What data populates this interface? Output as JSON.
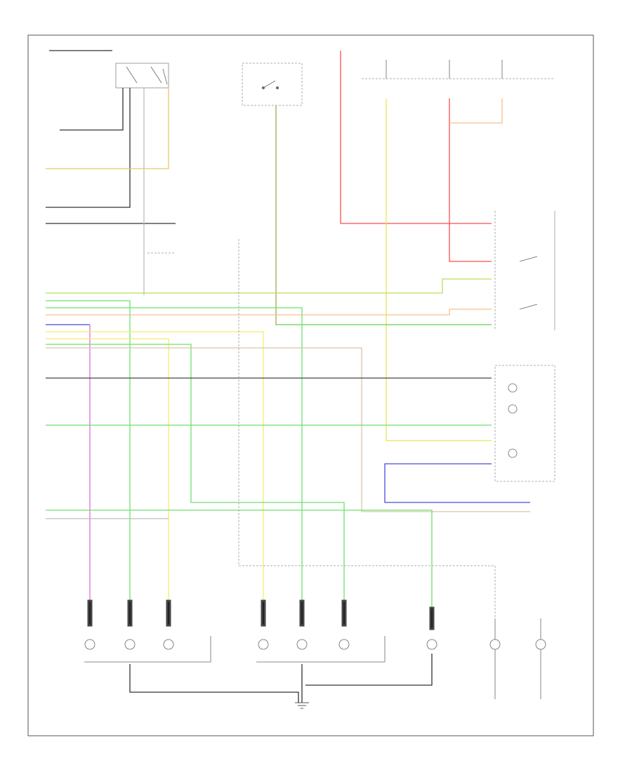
{
  "diagram": {
    "page_label": "",
    "colors": {
      "black": "#222222",
      "red": "#ff4d4d",
      "yellow": "#f0ee6a",
      "green": "#6ee06e",
      "orange": "#f3c08a",
      "blue": "#4a4ad8",
      "pink": "#e06ed8",
      "gray": "#bdbdbd",
      "tan": "#d8c7a6"
    },
    "components": [
      {
        "id": "left-front-lamp-cluster",
        "label": ""
      },
      {
        "id": "right-front-lamp-cluster",
        "label": ""
      },
      {
        "id": "left-rear-lamp",
        "label": ""
      },
      {
        "id": "right-rear-lamp",
        "label": ""
      },
      {
        "id": "headlight-switch",
        "label": ""
      },
      {
        "id": "instrument-cluster",
        "label": ""
      },
      {
        "id": "fuse-block",
        "label": ""
      },
      {
        "id": "ground-point",
        "label": ""
      }
    ],
    "labels": []
  }
}
